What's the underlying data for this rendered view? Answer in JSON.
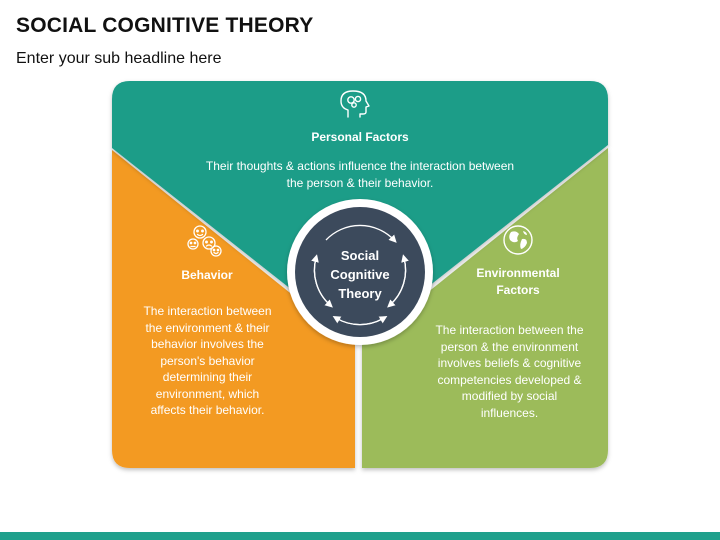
{
  "header": {
    "title": "SOCIAL COGNITIVE THEORY",
    "subtitle": "Enter your sub headline here"
  },
  "center": {
    "label": "Social Cognitive Theory"
  },
  "sections": {
    "personal": {
      "label": "Personal Factors",
      "text": "Their thoughts & actions influence the interaction between the person & their behavior.",
      "icon": "head-gears-icon",
      "color": "#1f9d88"
    },
    "behavior": {
      "label": "Behavior",
      "text": "The interaction between the environment & their behavior involves the person's behavior determining their environment, which affects their behavior.",
      "icon": "emoji-faces-icon",
      "color": "#f39a23"
    },
    "environmental": {
      "label": "Environmental Factors",
      "text": "The interaction between the person & the environment involves beliefs & cognitive competencies developed & modified by social influences.",
      "icon": "globe-icon",
      "color": "#9cbb5a"
    }
  },
  "colors": {
    "center_fill": "#3c4a5c",
    "accent_bar": "#1fa08c"
  }
}
